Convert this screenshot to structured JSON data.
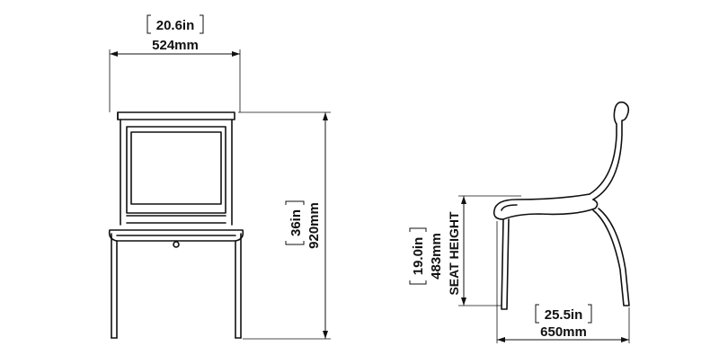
{
  "front_view": {
    "width_in": "20.6in",
    "width_mm": "524mm",
    "height_in": "36in",
    "height_mm": "920mm"
  },
  "side_view": {
    "seat_height_in": "19.0in",
    "seat_height_mm": "483mm",
    "seat_height_label": "SEAT HEIGHT",
    "depth_in": "25.5in",
    "depth_mm": "650mm"
  }
}
